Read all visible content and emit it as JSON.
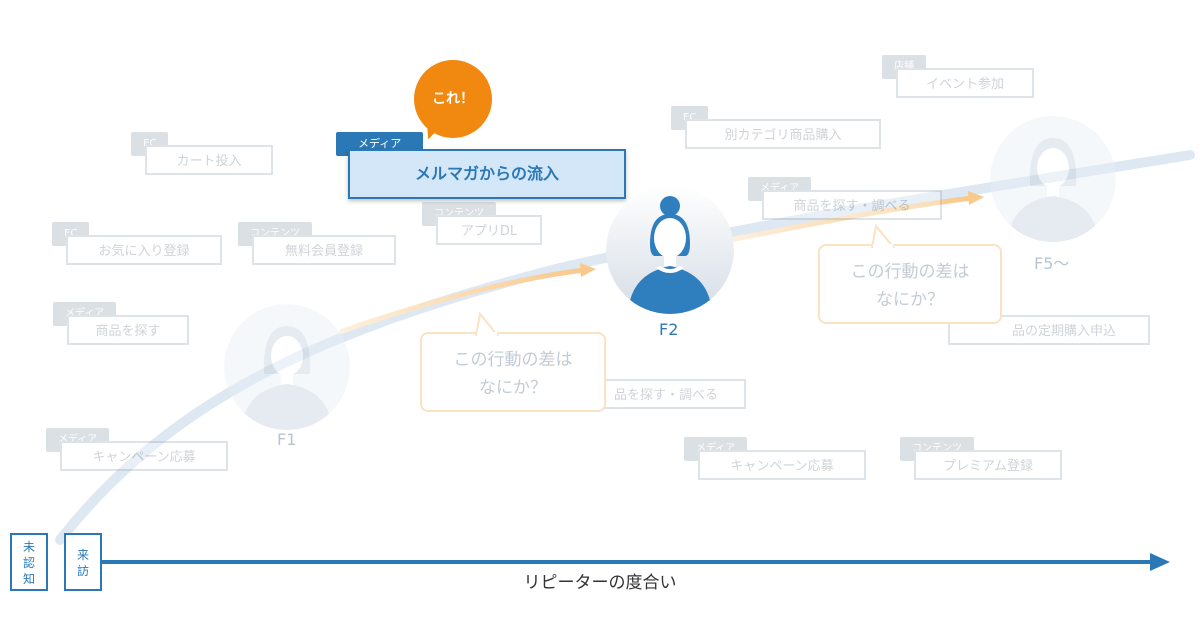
{
  "highlight": {
    "tag": "メディア",
    "label": "メルマガからの流入"
  },
  "callout": "これ！",
  "touchpoints": [
    {
      "tag": "EC",
      "label": "カート投入"
    },
    {
      "tag": "EC",
      "label": "お気に入り登録"
    },
    {
      "tag": "コンテンツ",
      "label": "無料会員登録"
    },
    {
      "tag": "コンテンツ",
      "label": "アプリDL"
    },
    {
      "tag": "メディア",
      "label": "商品を探す"
    },
    {
      "tag": "メディア",
      "label": "キャンペーン応募"
    },
    {
      "tag": "EC",
      "label": "別カテゴリ商品購入"
    },
    {
      "tag": "店舗",
      "label": "イベント参加"
    },
    {
      "tag": "メディア",
      "label": "商品を探す・調べる"
    },
    {
      "tag": "",
      "label": "品を探す・調べる"
    },
    {
      "tag": "",
      "label": "品の定期購入申込"
    },
    {
      "tag": "メディア",
      "label": "キャンペーン応募"
    },
    {
      "tag": "コンテンツ",
      "label": "プレミアム登録"
    }
  ],
  "questions": [
    {
      "line1": "この行動の差は",
      "line2": "なにか？"
    },
    {
      "line1": "この行動の差は",
      "line2": "なにか？"
    }
  ],
  "personas": [
    {
      "label": "F1"
    },
    {
      "label": "F2"
    },
    {
      "label": "F5～"
    }
  ],
  "stages": [
    {
      "chars": [
        "未",
        "認",
        "知"
      ]
    },
    {
      "chars": [
        "来",
        "訪"
      ]
    }
  ],
  "axis": {
    "label": "リピーターの度合い"
  },
  "colors": {
    "accent": "#2b78b6",
    "callout": "#f1880f",
    "highlight_bg": "#d3e7f8"
  }
}
